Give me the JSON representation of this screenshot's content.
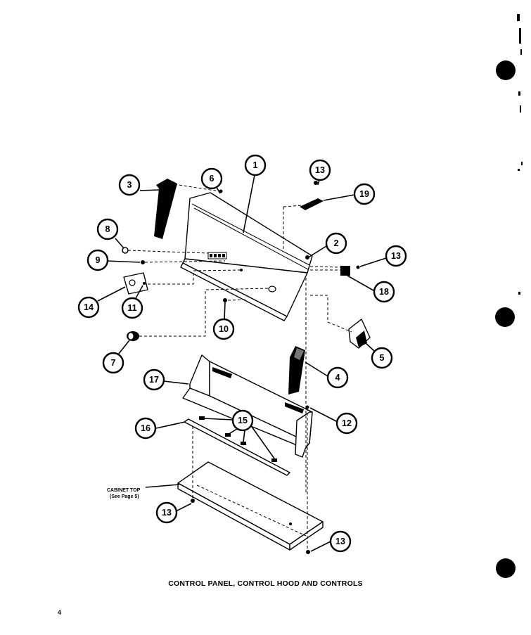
{
  "caption": "CONTROL PANEL, CONTROL HOOD AND CONTROLS",
  "page_number": "4",
  "cabinet_note": {
    "line1": "CABINET TOP",
    "line2": "(See Page 5)"
  },
  "callouts": [
    "1",
    "2",
    "3",
    "4",
    "5",
    "6",
    "7",
    "8",
    "9",
    "10",
    "11",
    "12",
    "13",
    "14",
    "15",
    "16",
    "17",
    "18",
    "19"
  ]
}
